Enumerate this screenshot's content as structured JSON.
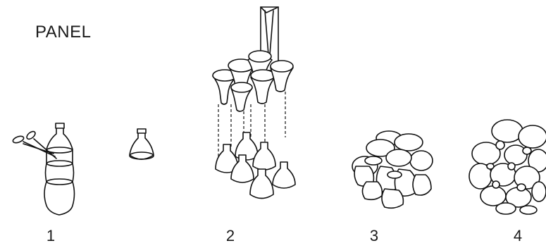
{
  "title": "PANEL",
  "steps": [
    {
      "number": "1"
    },
    {
      "number": "2"
    },
    {
      "number": "3"
    },
    {
      "number": "4"
    }
  ]
}
